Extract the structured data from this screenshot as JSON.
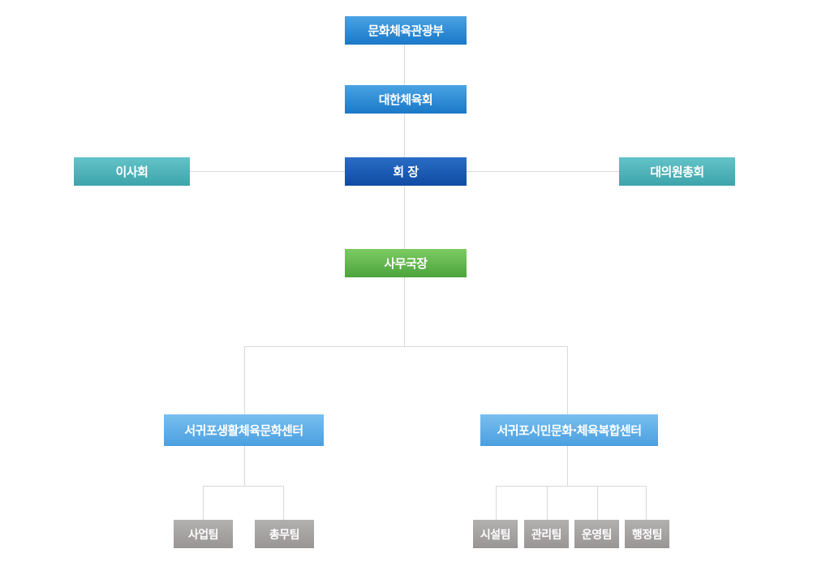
{
  "org": {
    "ministry": "문화체육관광부",
    "federation": "대한체육회",
    "president": "회 장",
    "board": "이사회",
    "assembly": "대의원총회",
    "secretary_general": "사무국장",
    "center_left": "서귀포생활체육문화센터",
    "center_right": "서귀포시민문화·체육복합센터",
    "teams_left": [
      "사업팀",
      "총무팀"
    ],
    "teams_right": [
      "시설팀",
      "관리팀",
      "운영팀",
      "행정팀"
    ]
  },
  "colors": {
    "line": "#d8d8d8",
    "blue": "#1a78c8",
    "president": "#0f4ca3",
    "teal": "#3da4ab",
    "green": "#4ca43c",
    "light_blue": "#4b9fe0",
    "gray": "#999595"
  }
}
